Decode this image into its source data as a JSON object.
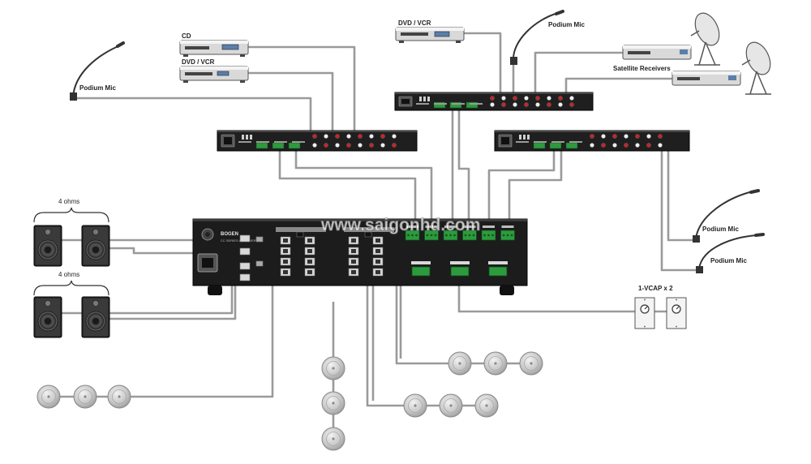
{
  "watermark": "www.saigonhd.com",
  "sources": {
    "cd_label": "CD",
    "dvd_vcr_left_label": "DVD / VCR",
    "dvd_vcr_top_label": "DVD / VCR",
    "satellite_label": "Satellite Receivers"
  },
  "microphones": {
    "left": "Podium Mic",
    "top": "Podium Mic",
    "right_upper": "Podium Mic",
    "right_lower": "Podium Mic"
  },
  "speakers": {
    "group_top_label": "4 ohms",
    "group_bottom_label": "4 ohms"
  },
  "volume_control": {
    "label": "1-VCAP x 2"
  },
  "amplifier": {
    "brand": "BOGEN",
    "model_caption": "CC SERIES AMPLIFIER"
  },
  "colors": {
    "wire": "#9a9a9a",
    "chassis": "#1c1c1c",
    "terminal_green": "#2e9a3e",
    "rca_red": "#c0262b",
    "ceiling_speaker": "#c4c4c4"
  }
}
